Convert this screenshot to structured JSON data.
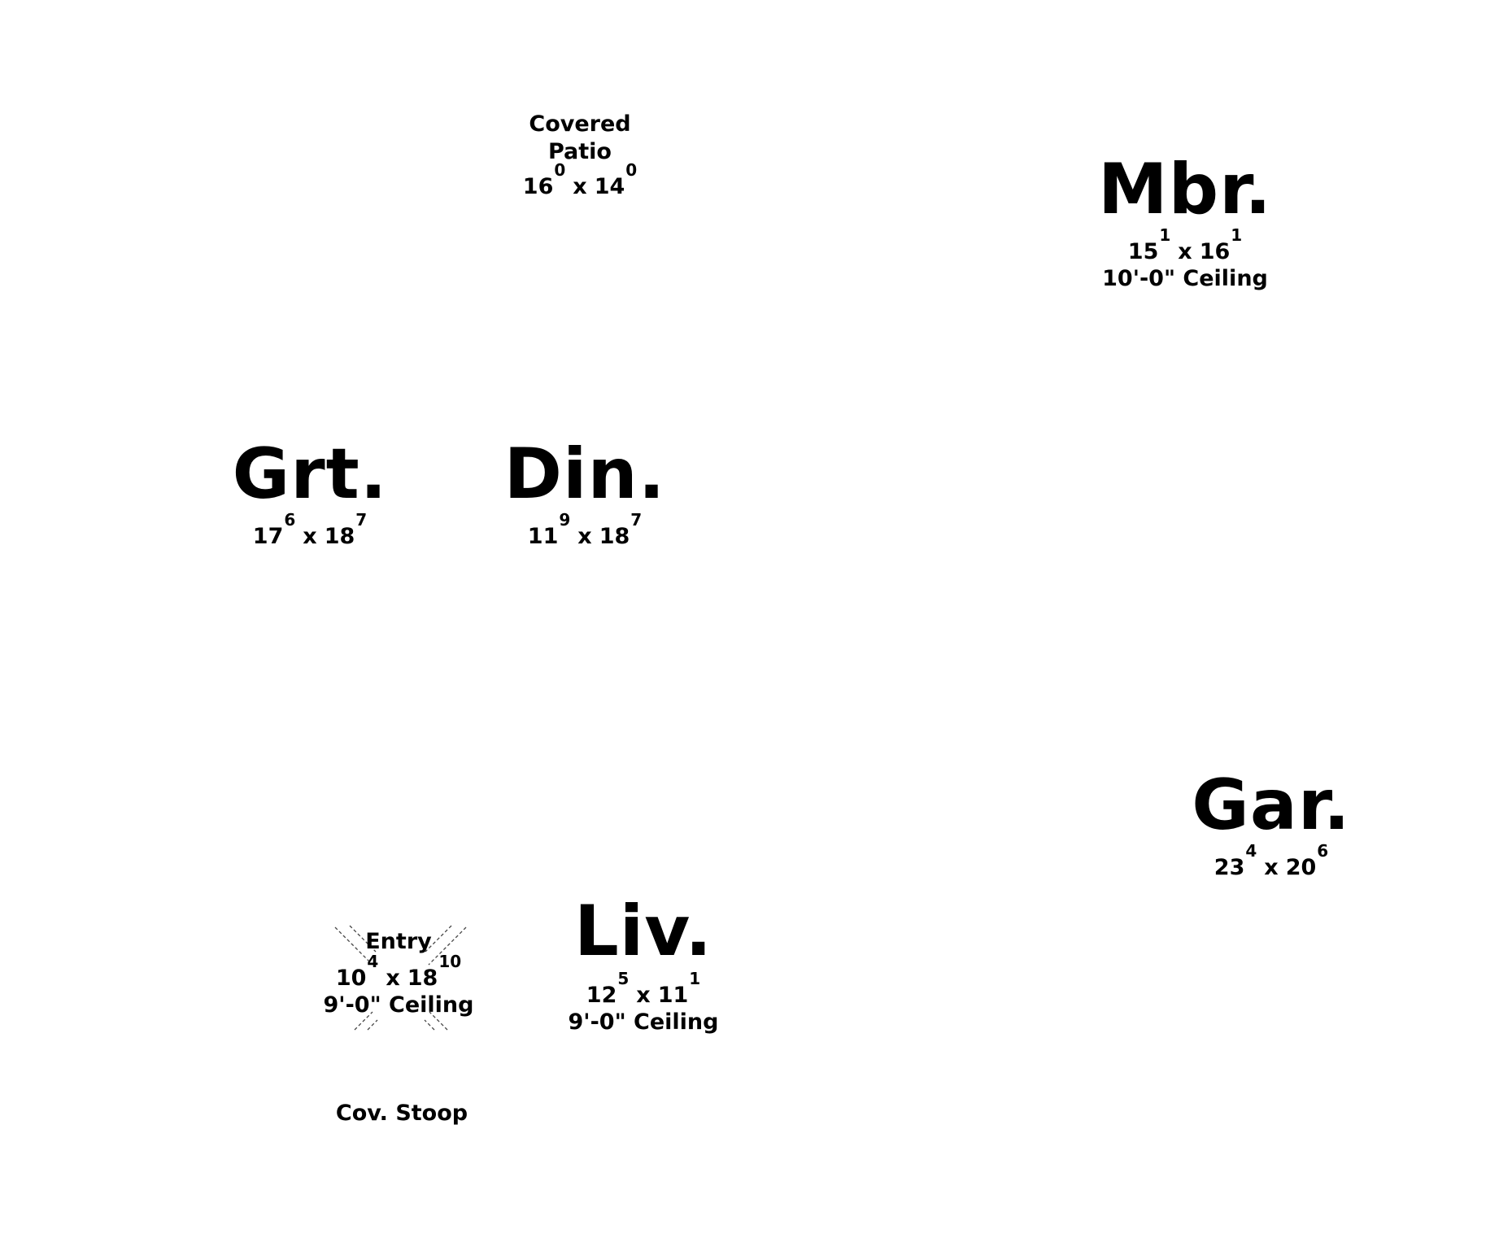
{
  "plan": {
    "rooms": [
      {
        "id": "covered-patio",
        "name_lines": [
          "Covered",
          "Patio"
        ],
        "size": "large",
        "width_ft": "16",
        "width_in": "0",
        "depth_ft": "14",
        "depth_in": "0",
        "ceiling": ""
      },
      {
        "id": "mbr",
        "name_lines": [
          "Mbr."
        ],
        "width_ft": "15",
        "width_in": "1",
        "depth_ft": "16",
        "depth_in": "1",
        "ceiling": "10'-0\" Ceiling"
      },
      {
        "id": "grt",
        "name_lines": [
          "Grt."
        ],
        "width_ft": "17",
        "width_in": "6",
        "depth_ft": "18",
        "depth_in": "7",
        "ceiling": ""
      },
      {
        "id": "din",
        "name_lines": [
          "Din."
        ],
        "width_ft": "11",
        "width_in": "9",
        "depth_ft": "18",
        "depth_in": "7",
        "ceiling": ""
      },
      {
        "id": "gar",
        "name_lines": [
          "Gar."
        ],
        "width_ft": "23",
        "width_in": "4",
        "depth_ft": "20",
        "depth_in": "6",
        "ceiling": ""
      },
      {
        "id": "entry",
        "name_lines": [
          "Entry"
        ],
        "width_ft": "10",
        "width_in": "4",
        "depth_ft": "18",
        "depth_in": "10",
        "ceiling": "9'-0\" Ceiling"
      },
      {
        "id": "liv",
        "name_lines": [
          "Liv."
        ],
        "width_ft": "12",
        "width_in": "5",
        "depth_ft": "11",
        "depth_in": "1",
        "ceiling": "9'-0\" Ceiling"
      },
      {
        "id": "cov-stoop",
        "name_lines": [
          "Cov. Stoop"
        ],
        "ceiling": ""
      }
    ]
  }
}
